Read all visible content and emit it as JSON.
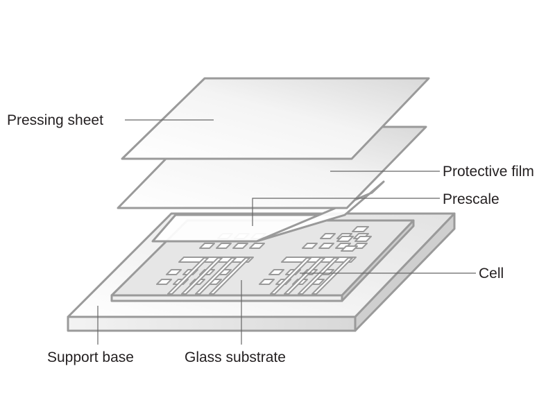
{
  "labels": {
    "pressing_sheet": "Pressing sheet",
    "protective_film": "Protective film",
    "prescale": "Prescale",
    "cell": "Cell",
    "support_base": "Support base",
    "glass_substrate": "Glass substrate"
  },
  "colors": {
    "outline": "#9a9a9a",
    "leader": "#666666",
    "text": "#231f20",
    "layer_fill_light": "#ffffff",
    "layer_fill_dark": "#dcdcdc"
  }
}
